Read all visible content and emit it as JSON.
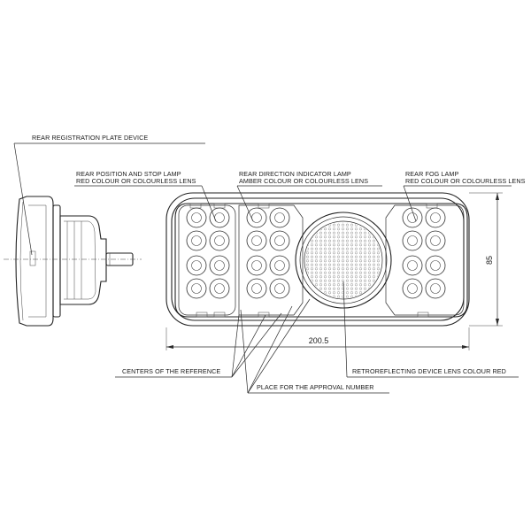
{
  "labels": {
    "registration": "REAR REGISTRATION PLATE DEVICE",
    "position_line1": "REAR POSITION AND STOP LAMP",
    "position_line2": "RED COLOUR OR COLOURLESS LENS",
    "indicator_line1": "REAR DIRECTION INDICATOR LAMP",
    "indicator_line2": "AMBER COLOUR OR COLOURLESS LENS",
    "fog_line1": "REAR FOG LAMP",
    "fog_line2": "RED COLOUR OR COLOURLESS LENS",
    "centers": "CENTERS OF THE REFERENCE",
    "retro": "RETROREFLECTING DEVICE LENS COLOUR RED",
    "approval": "PLACE FOR THE APPROVAL NUMBER"
  },
  "dimensions": {
    "width": "200.5",
    "height": "85"
  },
  "colors": {
    "line": "#2b2b2b",
    "background": "#ffffff"
  }
}
